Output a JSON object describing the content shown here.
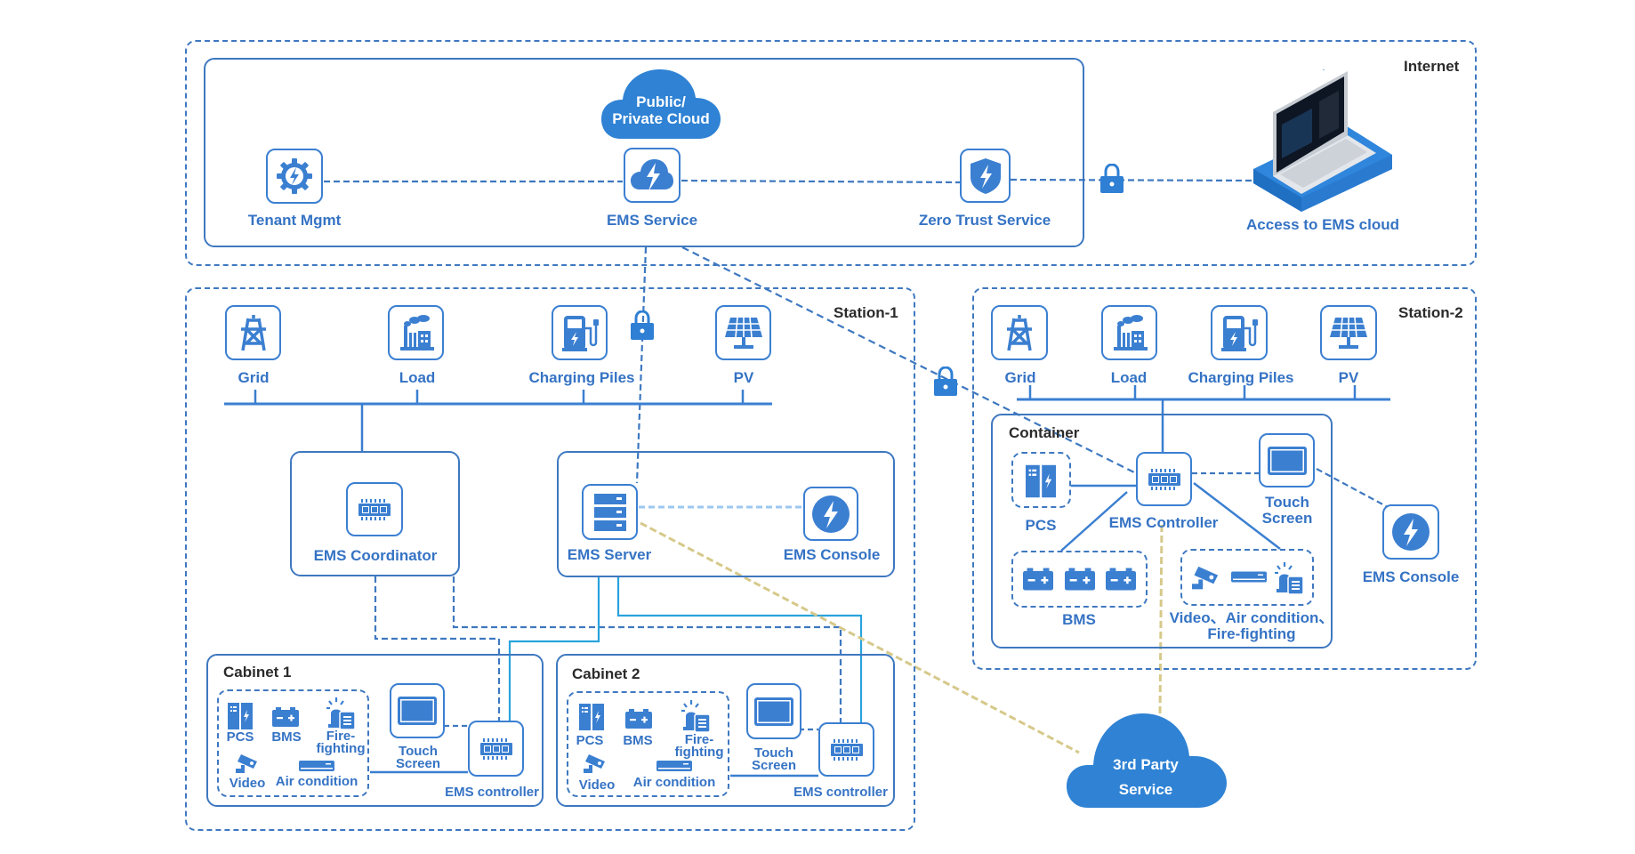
{
  "internet": {
    "title": "Internet",
    "cloud": {
      "line1": "Public/",
      "line2": "Private Cloud"
    },
    "tenant_mgmt": "Tenant Mgmt",
    "ems_service": "EMS Service",
    "zero_trust": "Zero Trust Service",
    "access": "Access to EMS cloud"
  },
  "station1": {
    "title": "Station-1",
    "sources": [
      "Grid",
      "Load",
      "Charging Piles",
      "PV"
    ],
    "ems_coordinator": "EMS Coordinator",
    "ems_server": "EMS Server",
    "ems_console": "EMS Console",
    "cabinets": [
      {
        "title": "Cabinet 1",
        "devices": {
          "pcs": "PCS",
          "bms": "BMS",
          "fire1": "Fire-",
          "fire2": "fighting",
          "video": "Video",
          "air": "Air condition"
        },
        "touch1": "Touch",
        "touch2": "Screen",
        "controller": "EMS controller"
      },
      {
        "title": "Cabinet 2",
        "devices": {
          "pcs": "PCS",
          "bms": "BMS",
          "fire1": "Fire-",
          "fire2": "fighting",
          "video": "Video",
          "air": "Air condition"
        },
        "touch1": "Touch",
        "touch2": "Screen",
        "controller": "EMS controller"
      }
    ]
  },
  "station2": {
    "title": "Station-2",
    "sources": [
      "Grid",
      "Load",
      "Charging Piles",
      "PV"
    ],
    "container": {
      "title": "Container",
      "pcs": "PCS",
      "ems_controller": "EMS Controller",
      "touch1": "Touch",
      "touch2": "Screen",
      "bms": "BMS",
      "aux1": "Video、Air condition、",
      "aux2": "Fire-fighting"
    },
    "ems_console": "EMS Console"
  },
  "third_party": {
    "line1": "3rd Party",
    "line2": "Service"
  },
  "colors": {
    "primary": "#3b7fd1",
    "border": "#3e78c0",
    "label": "#3573c4",
    "cyan_link": "#29a3dd",
    "light_link": "#9cc8f0",
    "third_party_link": "#d6c98a",
    "cloud_fill": "#2f82d4"
  }
}
